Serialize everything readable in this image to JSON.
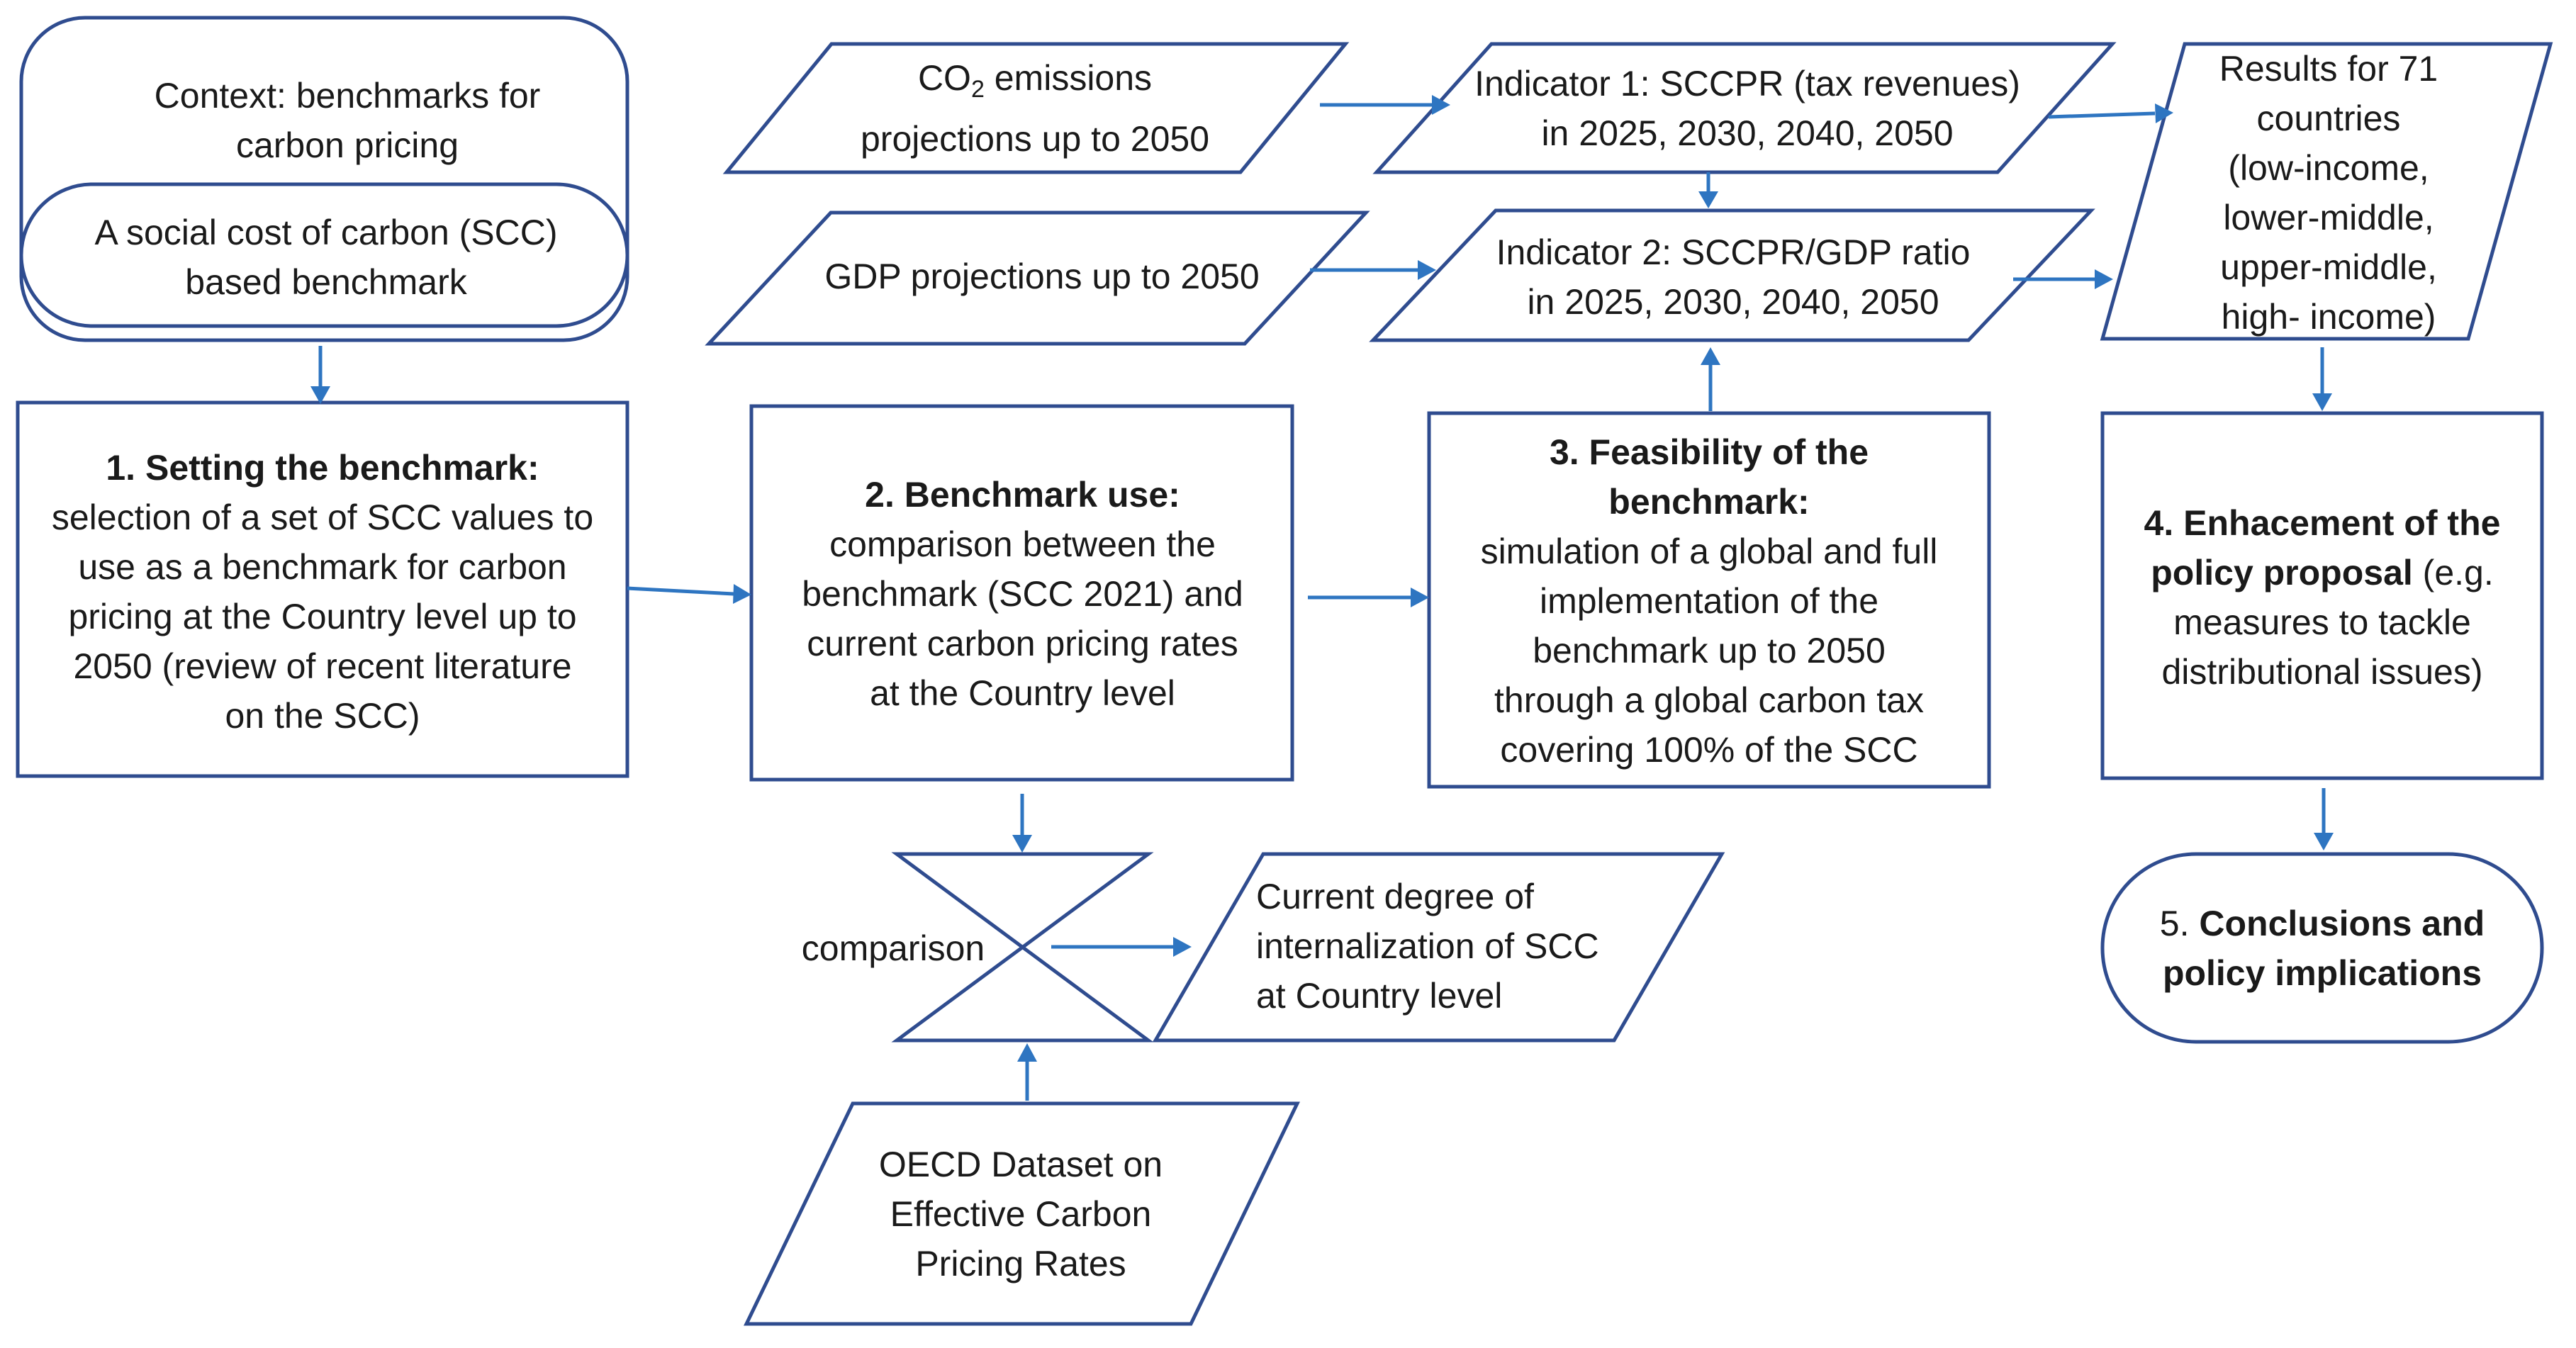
{
  "context_box": {
    "title_line1": "Context: benchmarks for",
    "title_line2": "carbon pricing",
    "inner_line1": "A social cost of carbon (SCC)",
    "inner_line2": "based benchmark"
  },
  "step1": {
    "heading": "1. Setting the benchmark:",
    "lines": [
      "selection of a set of SCC values to",
      "use as a benchmark for carbon",
      "pricing at the Country level up to",
      "2050 (review of recent literature",
      "on the SCC)"
    ]
  },
  "step2": {
    "heading": "2. Benchmark use:",
    "lines": [
      "comparison between the",
      "benchmark (SCC 2021) and",
      "current carbon pricing rates",
      "at the Country level"
    ]
  },
  "step3": {
    "heading_line1": "3. Feasibility of the",
    "heading_line2": "benchmark:",
    "lines": [
      "simulation of a global and full",
      "implementation of the",
      "benchmark up to 2050",
      "through a global carbon tax",
      "covering 100% of the SCC"
    ]
  },
  "step4": {
    "heading_line1": "4. Enhacement of the",
    "heading_line2_bold": "policy proposal",
    "heading_line2_rest": " (e.g.",
    "lines": [
      "measures to tackle",
      "distributional issues)"
    ]
  },
  "step5": {
    "prefix": "5. ",
    "bold_line1": "Conclusions and",
    "bold_line2": "policy implications"
  },
  "co2_input": {
    "co": "CO",
    "sub": "2",
    "rest": " emissions",
    "line2": "projections up to 2050"
  },
  "gdp_input": {
    "label": "GDP projections up to 2050"
  },
  "indicator1": {
    "line1": "Indicator 1: SCCPR (tax revenues)",
    "line2": "in 2025, 2030, 2040, 2050"
  },
  "indicator2": {
    "line1": "Indicator 2: SCCPR/GDP ratio",
    "line2": "in 2025, 2030, 2040, 2050"
  },
  "results": {
    "lines": [
      "Results for 71",
      "countries",
      "(low-income,",
      "lower-middle,",
      "upper-middle,",
      "high- income)"
    ]
  },
  "comparison": {
    "label": "comparison"
  },
  "degree_output": {
    "lines": [
      "Current degree of",
      "internalization of SCC",
      "at Country level"
    ]
  },
  "oecd_input": {
    "lines": [
      "OECD Dataset on",
      "Effective Carbon",
      "Pricing Rates"
    ]
  },
  "colors": {
    "shape_stroke": "#2f4c8f",
    "arrow": "#2e75c1",
    "text": "#1a1a1a"
  }
}
